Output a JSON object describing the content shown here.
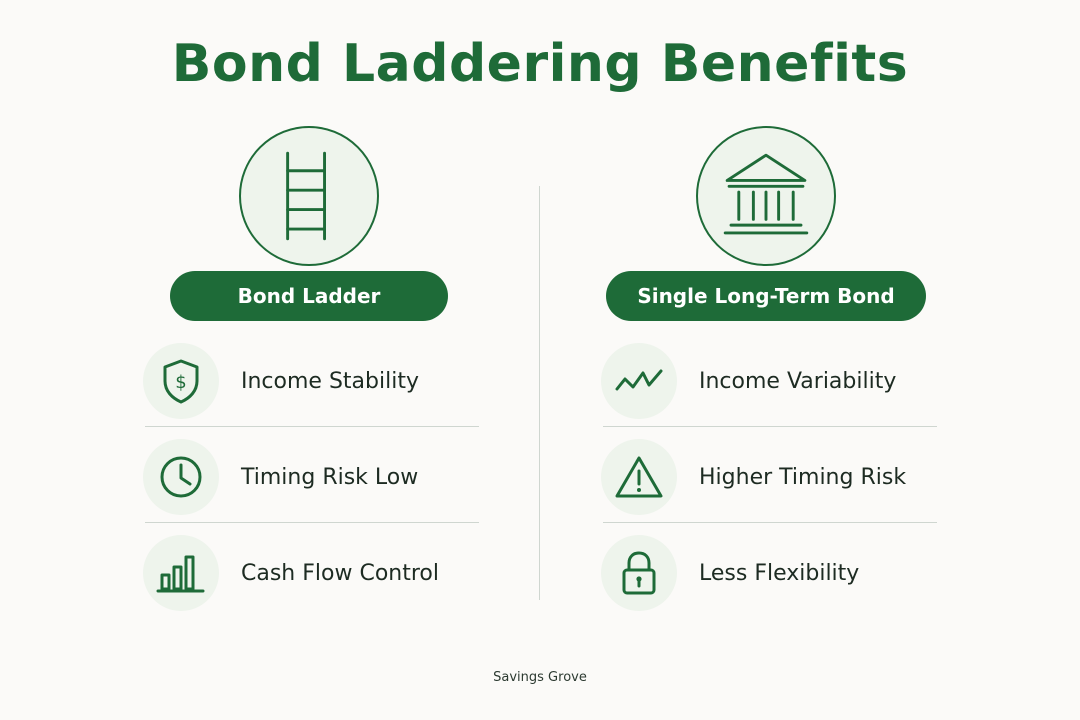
{
  "title": "Bond Laddering Benefits",
  "left": {
    "icon": "ladder-icon",
    "heading": "Bond Ladder",
    "items": [
      {
        "icon": "shield-dollar-icon",
        "label": "Income Stability"
      },
      {
        "icon": "clock-icon",
        "label": "Timing Risk Low"
      },
      {
        "icon": "bar-chart-icon",
        "label": "Cash Flow Control"
      }
    ]
  },
  "right": {
    "icon": "bank-building-icon",
    "heading": "Single Long-Term Bond",
    "items": [
      {
        "icon": "zigzag-line-icon",
        "label": "Income Variability"
      },
      {
        "icon": "warning-triangle-icon",
        "label": "Higher Timing Risk"
      },
      {
        "icon": "padlock-icon",
        "label": "Less Flexibility"
      }
    ]
  },
  "footer": "Savings Grove",
  "colors": {
    "accent": "#1e6b38",
    "icon_bg": "#eef4ec",
    "background": "#fbfaf8"
  }
}
